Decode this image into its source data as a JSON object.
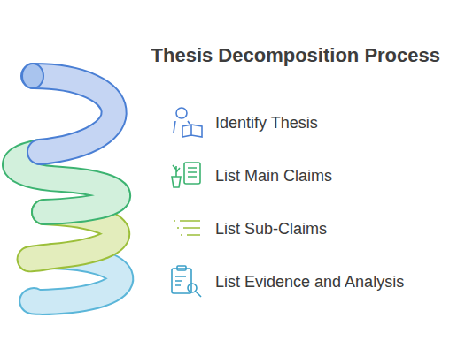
{
  "diagram": {
    "title": "Thesis Decomposition Process",
    "labels": [
      "Identify Thesis",
      "List Main Claims",
      "List Sub-Claims",
      "List Evidence and Analysis"
    ]
  }
}
